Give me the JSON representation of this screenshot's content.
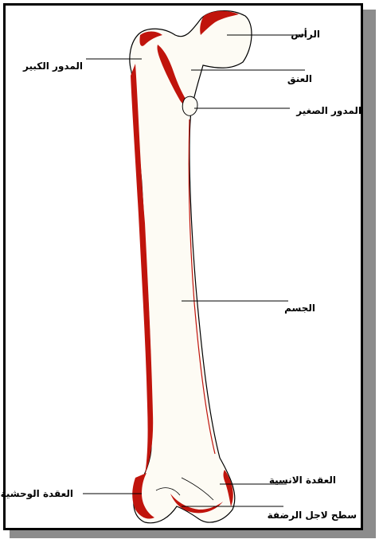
{
  "labels": {
    "head": "الرأس",
    "greater_trochanter": "المدور الكبير",
    "neck": "العنق",
    "lesser_trochanter": "المدور الصغير",
    "shaft": "الجسم",
    "medial_condyle": "العقدة الانسية",
    "lateral_condyle": "العقدة الوحشية",
    "patellar_surface": "سطح لاجل الرضفة"
  },
  "colors": {
    "bone_fill": "#fdfbf4",
    "shading": "#c0140c",
    "outline": "#000000",
    "frame_border": "#000000",
    "shadow": "#8c8c8c"
  }
}
